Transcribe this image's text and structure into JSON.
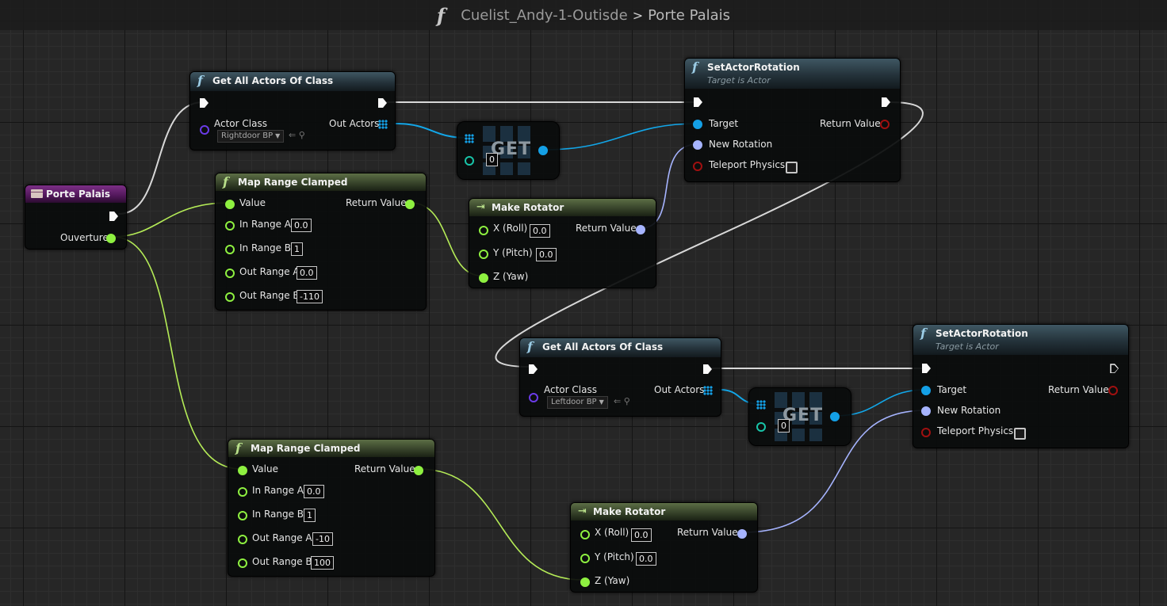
{
  "breadcrumb": {
    "icon": "function-icon",
    "parent": "Cuelist_Andy-1-Outisde",
    "separator": ">",
    "current": "Porte Palais"
  },
  "colors": {
    "exec_wire": "#e6e6e6",
    "float_wire": "#9ce84a",
    "object_wire": "#12a6e8",
    "rotator_wire": "#a6b4ff"
  },
  "nodes": {
    "event": {
      "title": "Porte Palais",
      "output": "Ouverture"
    },
    "get_actors_1": {
      "title": "Get All Actors Of Class",
      "input": "Actor Class",
      "class_value": "Rightdoor BP",
      "output": "Out Actors"
    },
    "get_actors_2": {
      "title": "Get All Actors Of Class",
      "input": "Actor Class",
      "class_value": "Leftdoor BP",
      "output": "Out Actors"
    },
    "map_range_1": {
      "title": "Map Range Clamped",
      "value": "Value",
      "return": "Return Value",
      "in_a": "In Range A",
      "in_a_val": "0.0",
      "in_b": "In Range B",
      "in_b_val": "1",
      "out_a": "Out Range A",
      "out_a_val": "0.0",
      "out_b": "Out Range B",
      "out_b_val": "-110"
    },
    "map_range_2": {
      "title": "Map Range Clamped",
      "value": "Value",
      "return": "Return Value",
      "in_a": "In Range A",
      "in_a_val": "0.0",
      "in_b": "In Range B",
      "in_b_val": "1",
      "out_a": "Out Range A",
      "out_a_val": "-10",
      "out_b": "Out Range B",
      "out_b_val": "100"
    },
    "get_1": {
      "label": "GET",
      "index": "0"
    },
    "get_2": {
      "label": "GET",
      "index": "0"
    },
    "make_rot_1": {
      "title": "Make Rotator",
      "x": "X (Roll)",
      "x_val": "0.0",
      "y": "Y (Pitch)",
      "y_val": "0.0",
      "z": "Z (Yaw)",
      "return": "Return Value"
    },
    "make_rot_2": {
      "title": "Make Rotator",
      "x": "X (Roll)",
      "x_val": "0.0",
      "y": "Y (Pitch)",
      "y_val": "0.0",
      "z": "Z (Yaw)",
      "return": "Return Value"
    },
    "set_rot_1": {
      "title": "SetActorRotation",
      "subtitle": "Target is Actor",
      "target": "Target",
      "new_rot": "New Rotation",
      "teleport": "Teleport Physics",
      "return": "Return Value"
    },
    "set_rot_2": {
      "title": "SetActorRotation",
      "subtitle": "Target is Actor",
      "target": "Target",
      "new_rot": "New Rotation",
      "teleport": "Teleport Physics",
      "return": "Return Value"
    }
  }
}
